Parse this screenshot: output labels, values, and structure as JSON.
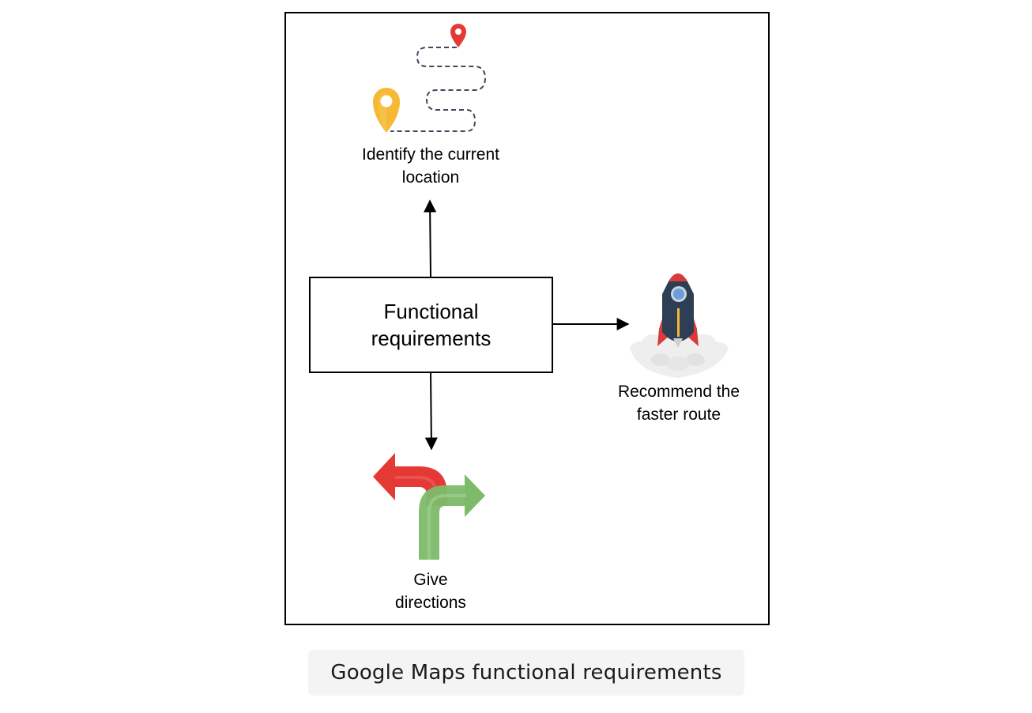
{
  "diagram": {
    "central_node": "Functional requirements",
    "nodes": {
      "top": {
        "label_line1": "Identify the current",
        "label_line2": "location",
        "icon": "location-route-icon"
      },
      "right": {
        "label_line1": "Recommend the",
        "label_line2": "faster route",
        "icon": "rocket-icon"
      },
      "bottom": {
        "label_line1": "Give",
        "label_line2": "directions",
        "icon": "turn-arrows-icon"
      }
    },
    "colors": {
      "pin_red": "#e53935",
      "pin_yellow": "#f5b935",
      "route_dash": "#3d4a5c",
      "arrow_red": "#e53935",
      "arrow_green": "#7dbb6a",
      "rocket_body": "#2d3e55",
      "rocket_fin": "#d93a3a",
      "cloud": "#ececec"
    }
  },
  "caption": "Google Maps functional requirements"
}
